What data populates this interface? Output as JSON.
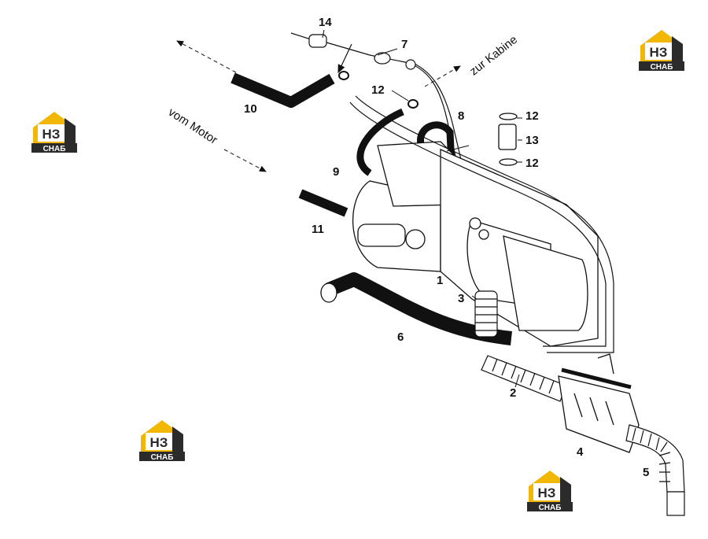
{
  "callouts": {
    "c1": "1",
    "c2": "2",
    "c3": "3",
    "c4": "4",
    "c5": "5",
    "c6": "6",
    "c7": "7",
    "c8": "8",
    "c9": "9",
    "c10": "10",
    "c11": "11",
    "c12a": "12",
    "c12b": "12",
    "c12c": "12",
    "c13": "13",
    "c14": "14"
  },
  "flow_labels": {
    "to_cab": "zur Kabine",
    "from_engine": "vom Motor"
  },
  "watermark": {
    "brand_top": "НЗ",
    "brand_bottom": "СНАБ",
    "accent": "#f2b705",
    "dark": "#2b2b2b"
  }
}
